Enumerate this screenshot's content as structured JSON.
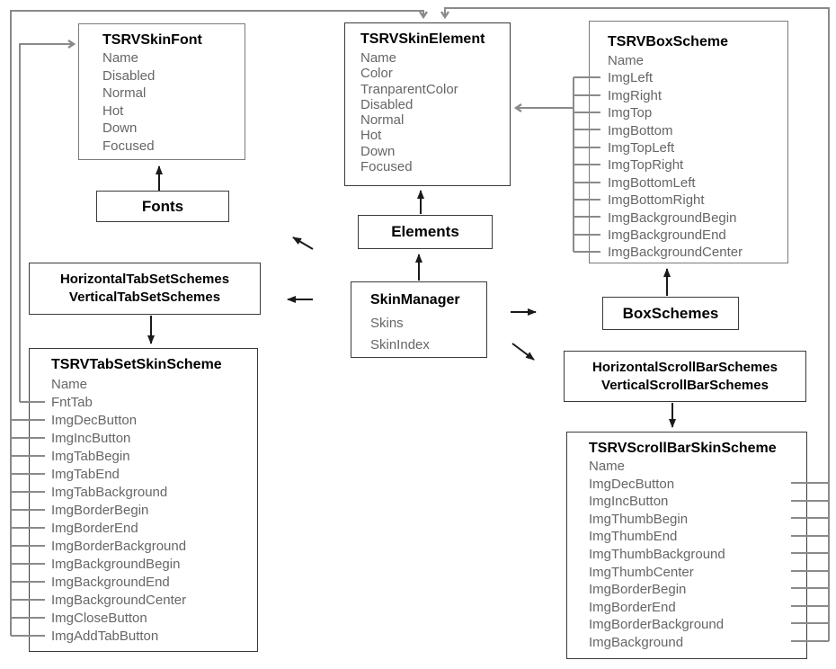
{
  "classes": {
    "skinFont": {
      "title": "TSRVSkinFont",
      "fields": [
        "Name",
        "Disabled",
        "Normal",
        "Hot",
        "Down",
        "Focused"
      ]
    },
    "skinElement": {
      "title": "TSRVSkinElement",
      "fields": [
        "Name",
        "Color",
        "TranparentColor",
        "Disabled",
        "Normal",
        "Hot",
        "Down",
        "Focused"
      ]
    },
    "boxScheme": {
      "title": "TSRVBoxScheme",
      "fields": [
        "Name",
        "ImgLeft",
        "ImgRight",
        "ImgTop",
        "ImgBottom",
        "ImgTopLeft",
        "ImgTopRight",
        "ImgBottomLeft",
        "ImgBottomRight",
        "ImgBackgroundBegin",
        "ImgBackgroundEnd",
        "ImgBackgroundCenter"
      ]
    },
    "skinManager": {
      "title": "SkinManager",
      "fields": [
        "Skins",
        "SkinIndex"
      ]
    },
    "tabSetScheme": {
      "title": "TSRVTabSetSkinScheme",
      "fields": [
        "Name",
        "FntTab",
        "ImgDecButton",
        "ImgIncButton",
        "ImgTabBegin",
        "ImgTabEnd",
        "ImgTabBackground",
        "ImgBorderBegin",
        "ImgBorderEnd",
        "ImgBorderBackground",
        "ImgBackgroundBegin",
        "ImgBackgroundEnd",
        "ImgBackgroundCenter",
        "ImgCloseButton",
        "ImgAddTabButton"
      ]
    },
    "scrollBarScheme": {
      "title": "TSRVScrollBarSkinScheme",
      "fields": [
        "Name",
        "ImgDecButton",
        "ImgIncButton",
        "ImgThumbBegin",
        "ImgThumbEnd",
        "ImgThumbBackground",
        "ImgThumbCenter",
        "ImgBorderBegin",
        "ImgBorderEnd",
        "ImgBorderBackground",
        "ImgBackground"
      ]
    }
  },
  "labels": {
    "fonts": "Fonts",
    "elements": "Elements",
    "boxSchemes": "BoxSchemes",
    "tabSetSchemes": {
      "line1": "HorizontalTabSetSchemes",
      "line2": "VerticalTabSetSchemes"
    },
    "scrollBarSchemes": {
      "line1": "HorizontalScrollBarSchemes",
      "line2": "VerticalScrollBarSchemes"
    }
  },
  "colors": {
    "connector_gray": "#8a8a8a",
    "arrow_black": "#1a1a1a",
    "field_text": "#666666",
    "title_text": "#000000",
    "background": "#ffffff"
  }
}
